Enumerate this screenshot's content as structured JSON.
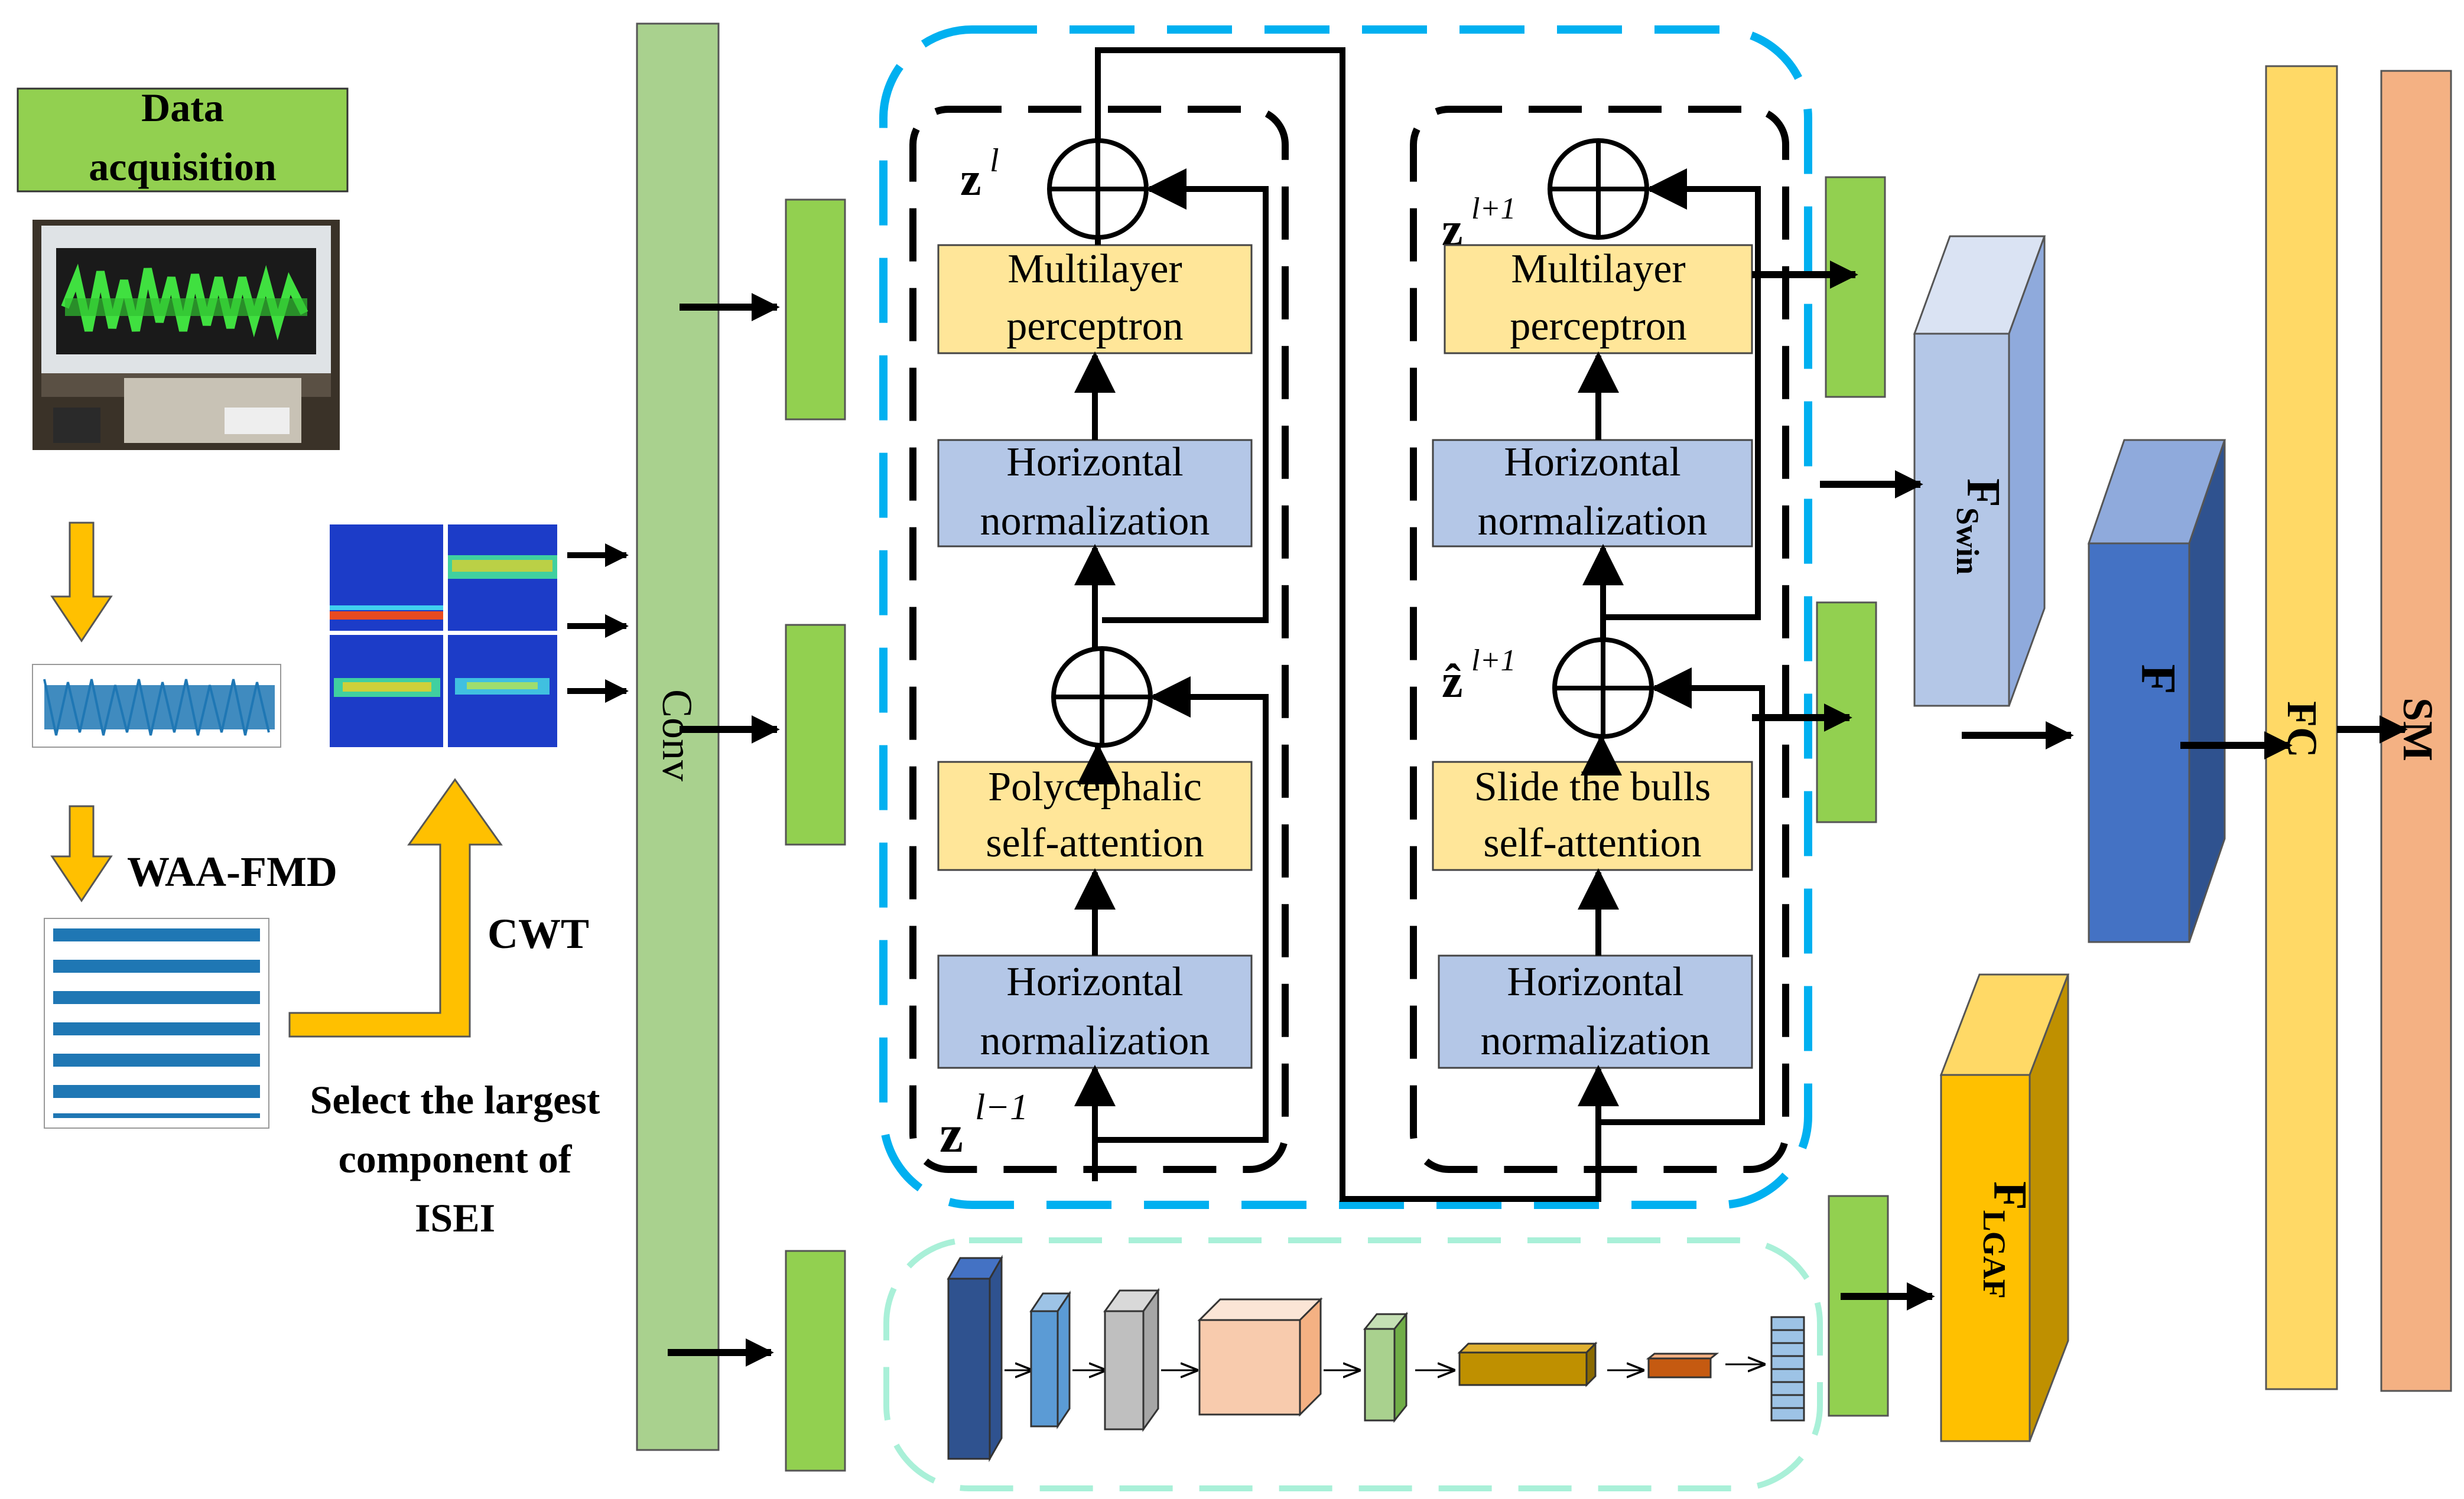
{
  "data_acquisition": {
    "line1": "Data",
    "line2": "acquisition"
  },
  "method_label": "WAA-FMD",
  "cwt_label": "CWT",
  "select_text": {
    "line1": "Select the largest",
    "line2": "component of",
    "line3": "ISEI"
  },
  "conv_label": "Conv",
  "block_left": {
    "z_top": "z",
    "z_top_sup": "l",
    "z_bottom": "z",
    "z_bottom_sup": "l−1",
    "mlp": {
      "line1": "Multilayer",
      "line2": "perceptron"
    },
    "norm_top": {
      "line1": "Horizontal",
      "line2": "normalization"
    },
    "attention": {
      "line1": "Polycephalic",
      "line2": "self-attention"
    },
    "norm_bottom": {
      "line1": "Horizontal",
      "line2": "normalization"
    }
  },
  "block_right": {
    "z_top": "z",
    "z_top_sup": "l+1",
    "z_mid": "ẑ",
    "z_mid_sup": "l+1",
    "mlp": {
      "line1": "Multilayer",
      "line2": "perceptron"
    },
    "norm_top": {
      "line1": "Horizontal",
      "line2": "normalization"
    },
    "attention": {
      "line1": "Slide the bulls",
      "line2": "self-attention"
    },
    "norm_bottom": {
      "line1": "Horizontal",
      "line2": "normalization"
    }
  },
  "f_swin": {
    "main": "F",
    "sub": "Swin"
  },
  "f_main": "F",
  "f_lgaf": {
    "main": "F",
    "sub": "LGAF"
  },
  "fc_label": "FC",
  "sm_label": "SM",
  "colors": {
    "green": "#92d050",
    "light_green": "#a9d18e",
    "yellow_box": "#ffe699",
    "blue_box": "#b4c7e7",
    "cyan_border": "#00b0f0",
    "teal_border": "#a9f0d8",
    "orange_arrow": "#ffc000",
    "fc": "#ffd966",
    "sm": "#f4b183",
    "f_swin": "#b4c7e7",
    "f_main": "#4472c4",
    "f_lgaf": "#ffc000"
  }
}
